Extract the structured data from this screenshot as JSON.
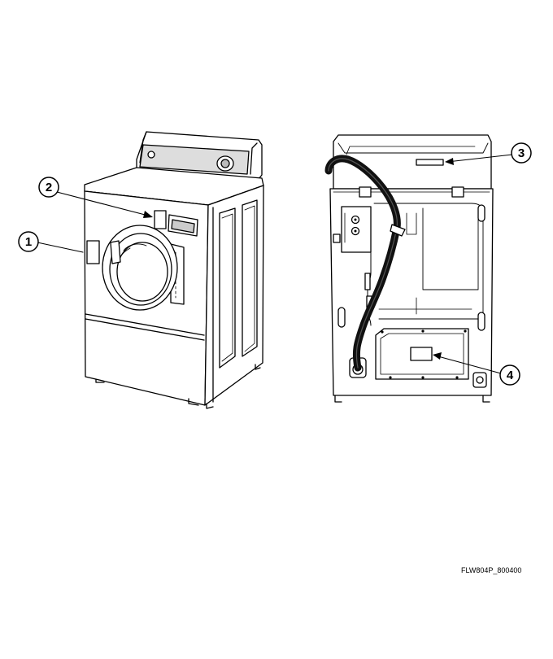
{
  "figure_code": "FLW804P_800400",
  "callouts": [
    {
      "number": "1",
      "target": "front-side-label"
    },
    {
      "number": "2",
      "target": "control-label"
    },
    {
      "number": "3",
      "target": "rear-top-label"
    },
    {
      "number": "4",
      "target": "rear-panel-label"
    }
  ],
  "colors": {
    "line": "#000000",
    "fill": "#ffffff",
    "hose": "#111111"
  }
}
